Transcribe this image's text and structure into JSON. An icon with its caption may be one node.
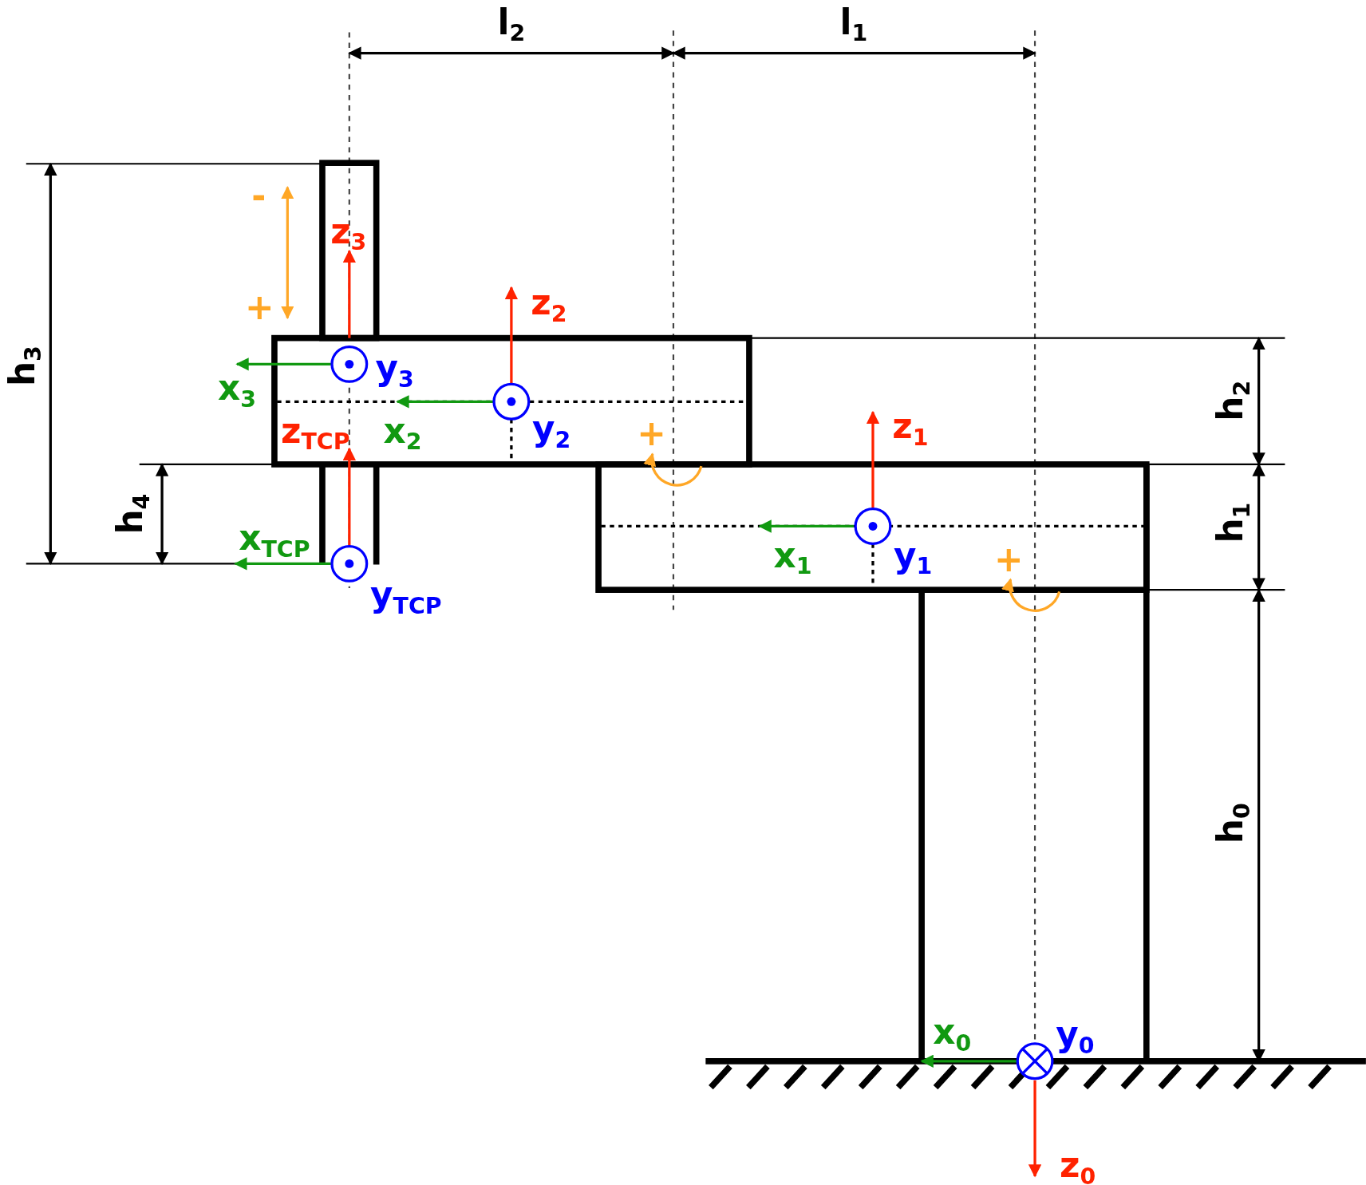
{
  "diagram": {
    "labels": [
      "l$_{2}$",
      "l$_{1}$",
      "h$_{3}$",
      "-",
      "z$_{3}$",
      "z$_{2}$",
      "+",
      "y$_{3}$",
      "x$_{3}$",
      "h$_{2}$",
      "z$_{TCP}$",
      "x$_{2}$",
      "y$_{2}$",
      "+",
      "z$_{1}$",
      "h$_{4}$",
      "h$_{1}$",
      "x$_{TCP}$",
      "x$_{1}$",
      "y$_{1}$",
      "+",
      "y$_{TCP}$",
      "h$_{0}$",
      "x$_{0}$",
      "y$_{0}$",
      "z$_{0}$"
    ]
  }
}
